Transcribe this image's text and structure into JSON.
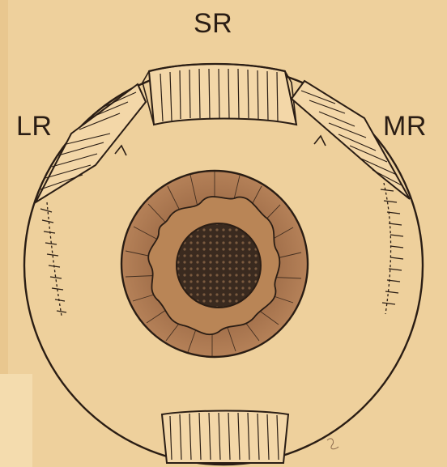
{
  "labels": {
    "superior_rectus": "SR",
    "lateral_rectus": "LR",
    "medial_rectus": "MR"
  },
  "colors": {
    "paper": "#eed09c",
    "ink": "#2a1d14",
    "iris": "#a8744e",
    "pupil": "#3a2a1f"
  }
}
